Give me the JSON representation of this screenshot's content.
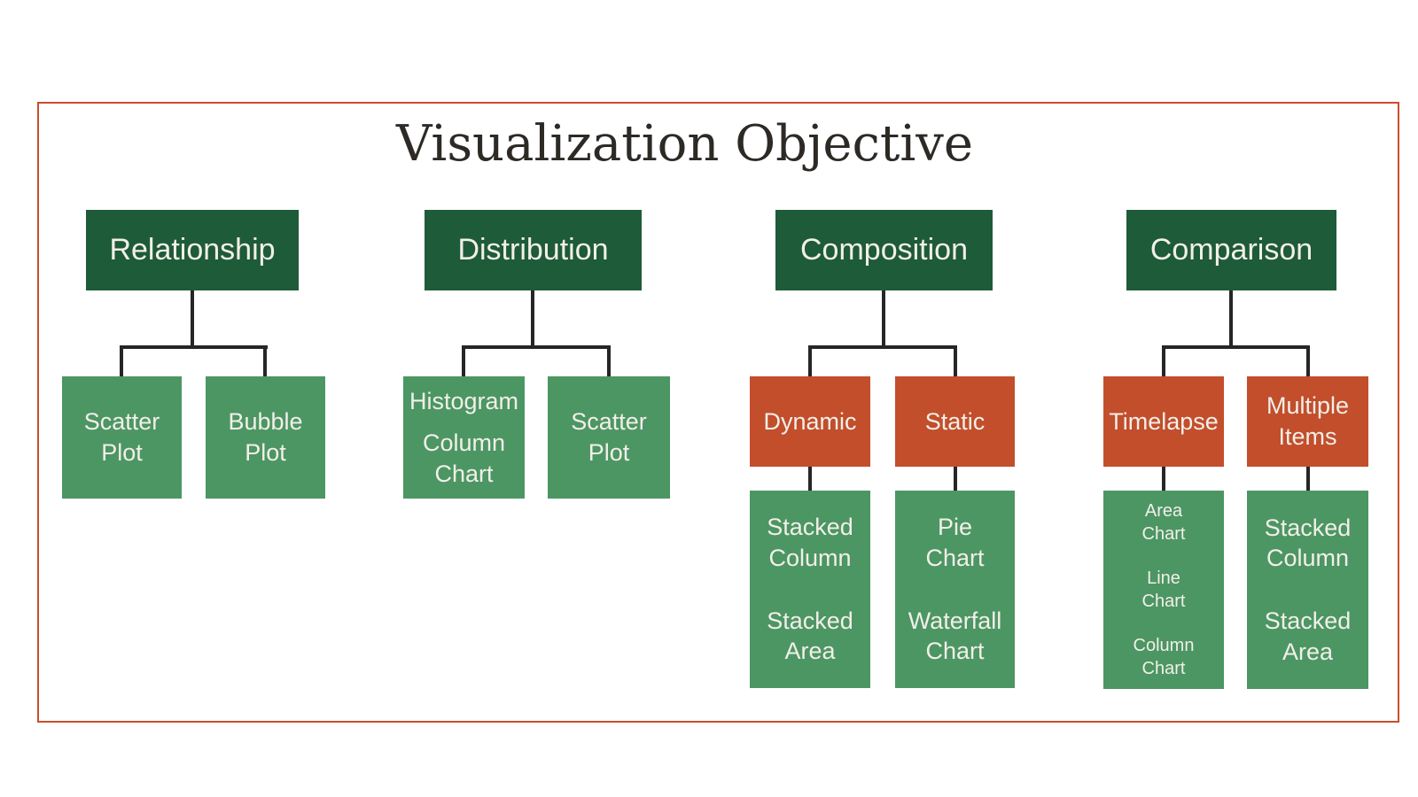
{
  "title": "Visualization Objective",
  "colors": {
    "dark_green": "#1e5b38",
    "mid_green": "#4c9663",
    "orange": "#c24e2b",
    "line": "#272525",
    "frame": "#cb4e2c",
    "text_light": "#f2efe9",
    "title_text": "#2d2a26"
  },
  "branches": [
    {
      "label": "Relationship",
      "children": [
        {
          "items": [
            "Scatter Plot"
          ]
        },
        {
          "items": [
            "Bubble Plot"
          ]
        }
      ]
    },
    {
      "label": "Distribution",
      "children": [
        {
          "items": [
            "Histogram",
            "Column Chart"
          ]
        },
        {
          "items": [
            "Scatter Plot"
          ]
        }
      ]
    },
    {
      "label": "Composition",
      "children": [
        {
          "label": "Dynamic",
          "items": [
            "Stacked Column",
            "Stacked Area"
          ]
        },
        {
          "label": "Static",
          "items": [
            "Pie Chart",
            "Waterfall Chart"
          ]
        }
      ]
    },
    {
      "label": "Comparison",
      "children": [
        {
          "label": "Timelapse",
          "items": [
            "Area Chart",
            "Line Chart",
            "Column Chart"
          ]
        },
        {
          "label": "Multiple Items",
          "items": [
            "Stacked Column",
            "Stacked Area"
          ]
        }
      ]
    }
  ]
}
